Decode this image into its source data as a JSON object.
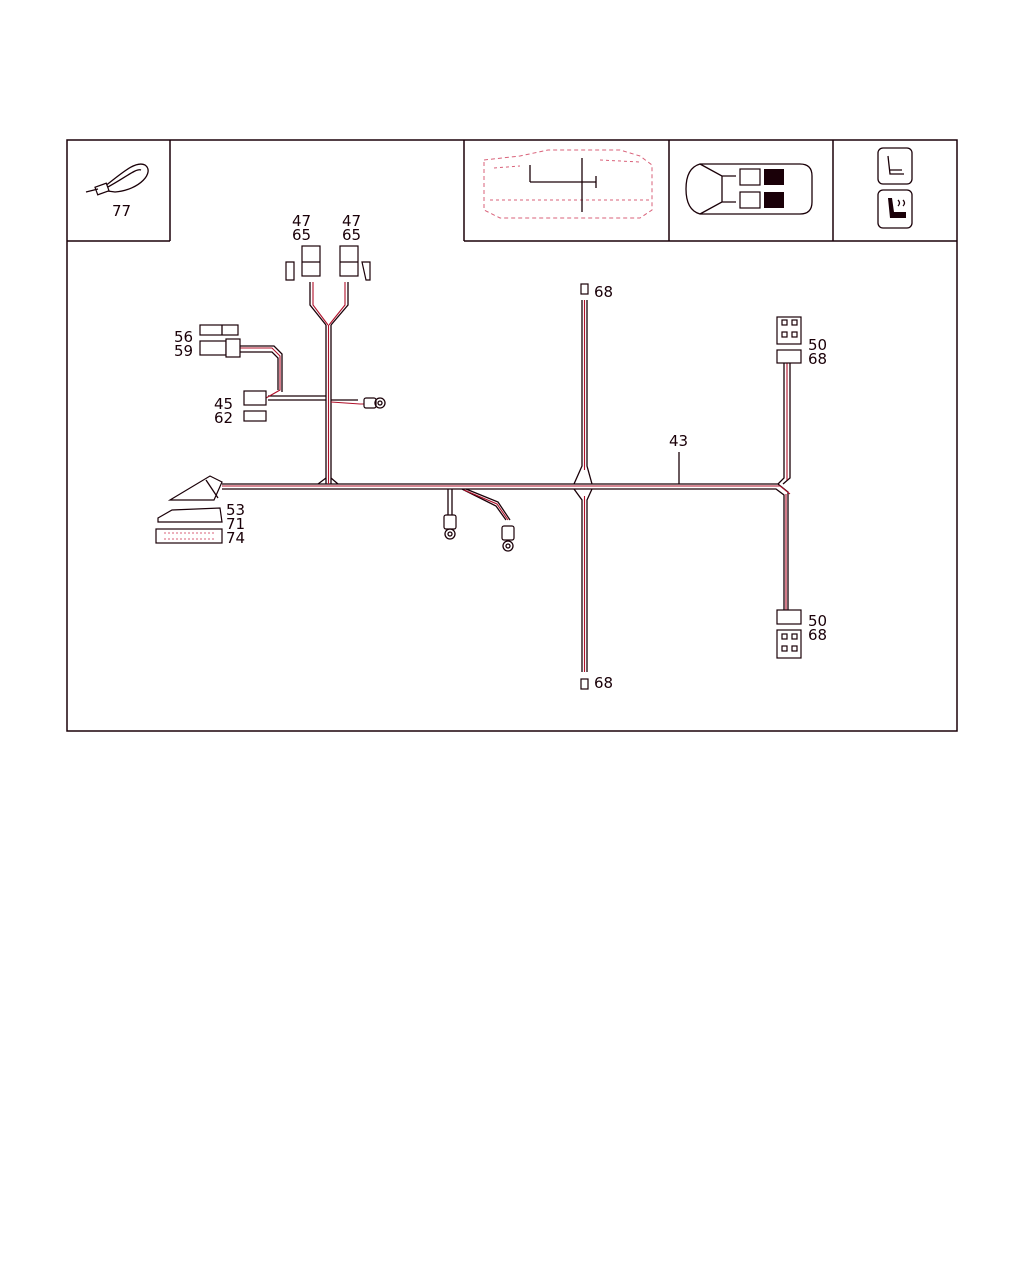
{
  "diagram": {
    "colors": {
      "ink": "#1a0008",
      "wire_accent": "#b0102a",
      "outline_light": "#d9627a"
    },
    "icons": {
      "cable_tie": "cable-tie-icon",
      "vehicle_side": "vehicle-side-view-icon",
      "vehicle_top": "vehicle-top-view-icon",
      "seat": "seat-icon",
      "seat_heated": "heated-seat-icon"
    },
    "callouts": {
      "c77": "77",
      "c47a": "47",
      "c65a": "65",
      "c47b": "47",
      "c65b": "65",
      "c56": "56",
      "c59": "59",
      "c45": "45",
      "c62": "62",
      "c68top": "68",
      "c50top": "50",
      "c68righttop": "68",
      "c43": "43",
      "c53": "53",
      "c71": "71",
      "c74": "74",
      "c50bottom": "50",
      "c68rightbottom": "68",
      "c68bottom": "68"
    }
  }
}
